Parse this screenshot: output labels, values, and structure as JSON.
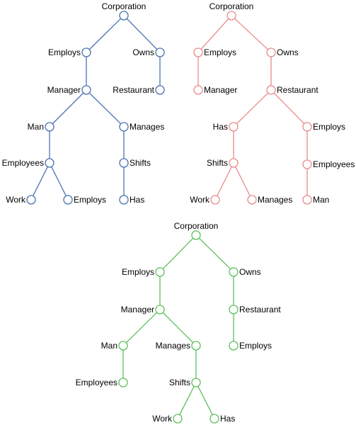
{
  "trees": [
    {
      "color": "#4a72b0",
      "nodes": [
        {
          "id": "corporation",
          "label": "Corporation"
        },
        {
          "id": "employs",
          "label": "Employs"
        },
        {
          "id": "owns",
          "label": "Owns"
        },
        {
          "id": "manager",
          "label": "Manager"
        },
        {
          "id": "restaurant",
          "label": "Restaurant"
        },
        {
          "id": "man",
          "label": "Man"
        },
        {
          "id": "manages",
          "label": "Manages"
        },
        {
          "id": "employees",
          "label": "Employees"
        },
        {
          "id": "shifts",
          "label": "Shifts"
        },
        {
          "id": "work",
          "label": "Work"
        },
        {
          "id": "employs-2",
          "label": "Employs"
        },
        {
          "id": "has",
          "label": "Has"
        }
      ],
      "edges": [
        [
          "corporation",
          "employs"
        ],
        [
          "corporation",
          "owns"
        ],
        [
          "employs",
          "manager"
        ],
        [
          "owns",
          "restaurant"
        ],
        [
          "manager",
          "man"
        ],
        [
          "manager",
          "manages"
        ],
        [
          "man",
          "employees"
        ],
        [
          "manages",
          "shifts"
        ],
        [
          "employees",
          "work"
        ],
        [
          "employees",
          "employs-2"
        ],
        [
          "shifts",
          "has"
        ]
      ]
    },
    {
      "color": "#e88a8a",
      "nodes": [
        {
          "id": "corporation",
          "label": "Corporation"
        },
        {
          "id": "employs",
          "label": "Employs"
        },
        {
          "id": "owns",
          "label": "Owns"
        },
        {
          "id": "manager",
          "label": "Manager"
        },
        {
          "id": "restaurant",
          "label": "Restaurant"
        },
        {
          "id": "has",
          "label": "Has"
        },
        {
          "id": "employs-2",
          "label": "Employs"
        },
        {
          "id": "shifts",
          "label": "Shifts"
        },
        {
          "id": "employees",
          "label": "Employees"
        },
        {
          "id": "work",
          "label": "Work"
        },
        {
          "id": "manages",
          "label": "Manages"
        },
        {
          "id": "man",
          "label": "Man"
        }
      ],
      "edges": [
        [
          "corporation",
          "employs"
        ],
        [
          "corporation",
          "owns"
        ],
        [
          "employs",
          "manager"
        ],
        [
          "owns",
          "restaurant"
        ],
        [
          "restaurant",
          "has"
        ],
        [
          "restaurant",
          "employs-2"
        ],
        [
          "has",
          "shifts"
        ],
        [
          "employs-2",
          "employees"
        ],
        [
          "shifts",
          "work"
        ],
        [
          "shifts",
          "manages"
        ],
        [
          "employees",
          "man"
        ]
      ]
    },
    {
      "color": "#5cc05c",
      "nodes": [
        {
          "id": "corporation",
          "label": "Corporation"
        },
        {
          "id": "employs",
          "label": "Employs"
        },
        {
          "id": "owns",
          "label": "Owns"
        },
        {
          "id": "manager",
          "label": "Manager"
        },
        {
          "id": "restaurant",
          "label": "Restaurant"
        },
        {
          "id": "man",
          "label": "Man"
        },
        {
          "id": "manages",
          "label": "Manages"
        },
        {
          "id": "employs-2",
          "label": "Employs"
        },
        {
          "id": "employees",
          "label": "Employees"
        },
        {
          "id": "shifts",
          "label": "Shifts"
        },
        {
          "id": "work",
          "label": "Work"
        },
        {
          "id": "has",
          "label": "Has"
        }
      ],
      "edges": [
        [
          "corporation",
          "employs"
        ],
        [
          "corporation",
          "owns"
        ],
        [
          "employs",
          "manager"
        ],
        [
          "owns",
          "restaurant"
        ],
        [
          "manager",
          "man"
        ],
        [
          "manager",
          "manages"
        ],
        [
          "restaurant",
          "employs-2"
        ],
        [
          "man",
          "employees"
        ],
        [
          "manages",
          "shifts"
        ],
        [
          "shifts",
          "work"
        ],
        [
          "shifts",
          "has"
        ]
      ]
    }
  ]
}
